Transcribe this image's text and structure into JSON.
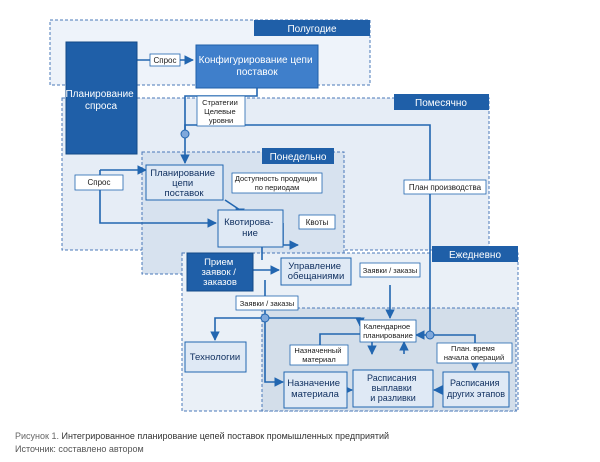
{
  "periods": {
    "half_year": "Полугодие",
    "monthly": "Помесячно",
    "weekly": "Понедельно",
    "daily": "Ежедневно"
  },
  "nodes": {
    "demand_planning": [
      "Планирование",
      "спроса"
    ],
    "supply_chain_config": [
      "Конфигурирование цепи",
      "поставок"
    ],
    "supply_chain_planning": [
      "Планирование",
      "цепи",
      "поставок"
    ],
    "quota_allocation": [
      "Квотирова-",
      "ние"
    ],
    "order_intake": [
      "Прием",
      "заявок /",
      "заказов"
    ],
    "promise_management": [
      "Управление",
      "обещаниями"
    ],
    "technologies": [
      "Технологии"
    ],
    "material_assignment": [
      "Назначение",
      "материала"
    ],
    "smelting_schedules": [
      "Расписания",
      "выплавки",
      "и разливки"
    ],
    "other_stage_schedules": [
      "Расписания",
      "других этапов"
    ]
  },
  "labels": {
    "demand_1": "Спрос",
    "demand_2": "Спрос",
    "strategies": [
      "Стратегии",
      "Целевые",
      "уровни"
    ],
    "product_availability": [
      "Доступность продукции",
      "по периодам"
    ],
    "quotas": "Квоты",
    "production_plan": "План производства",
    "requests_orders_1": "Заявки / заказы",
    "requests_orders_2": "Заявки / заказы",
    "calendar_planning": [
      "Календарное",
      "планирование"
    ],
    "assigned_material": [
      "Назначенный",
      "материал"
    ],
    "planned_start": [
      "План. время",
      "начала операций"
    ]
  },
  "caption": {
    "figure_prefix": "Рисунок 1.",
    "figure_title": "Интегрированное планирование цепей поставок промышленных предприятий",
    "source": "Источник: составлено автором"
  },
  "colors": {
    "dark_blue": "#1f5fa8",
    "mid_blue": "#3f7fcb",
    "light_box": "#dfe9f5",
    "dark_text": "#0f2f5f",
    "arrow": "#2266b0",
    "period_half_fill": "#eef3fa",
    "period_month_fill": "#e6edf6",
    "period_week_fill": "#d7e2ef",
    "period_day_fill": "#eaf0f7",
    "inner_day_fill": "#d3deea"
  }
}
